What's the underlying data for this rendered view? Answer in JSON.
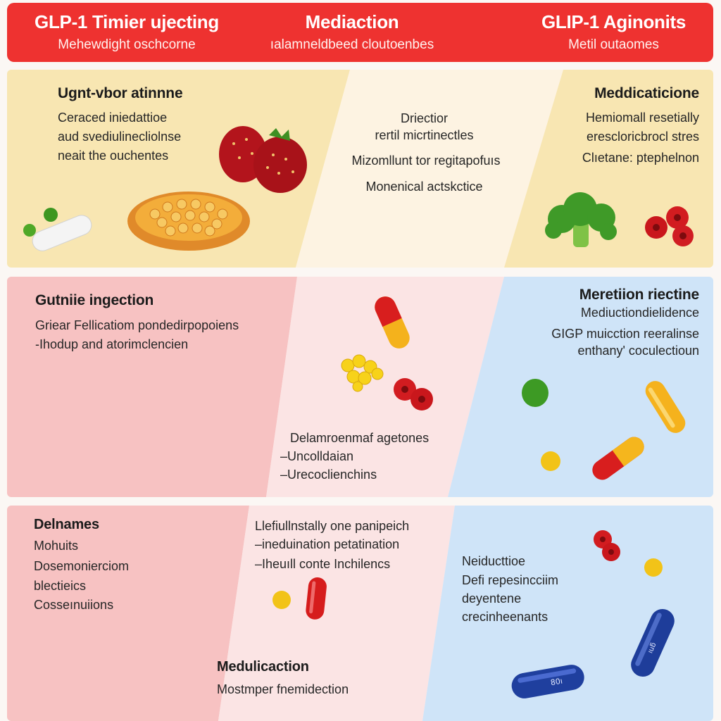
{
  "header": {
    "columns": [
      {
        "title": "GLP-1 Timier ujecting",
        "subtitle": "Mehewdight oschcorne"
      },
      {
        "title": "Mediaction",
        "subtitle": "ıalamneldbeed cloutoenbes"
      },
      {
        "title": "GLIP-1 Aginonits",
        "subtitle": "Metil outaomes"
      }
    ]
  },
  "row1": {
    "left": {
      "heading": "Ugnt-vbor atinnne",
      "lines": [
        "Ceraced iniedattioe",
        "aud svediulinecliolnse",
        "neait the ouchentes"
      ]
    },
    "middle": {
      "lines": [
        "Driectior",
        "rertil micrtinectles",
        "Mizomllunt tor regitapofuıs",
        "Monenical actskctice"
      ]
    },
    "right": {
      "heading": "Meddicaticione",
      "lines": [
        "Hemiomall resetially",
        "erescloricbrocl stres",
        "Clıetane: ptephelnon"
      ]
    }
  },
  "row2": {
    "left": {
      "heading": "Gutniie ingection",
      "lines": [
        "Griear Fellicatiom pondedirpopoiens",
        "-Ihodup and atorimclencien"
      ]
    },
    "middle": {
      "heading": "Delamroenmaf agetones",
      "lines": [
        "–Uncolldaian",
        "–Urecoclienchins"
      ]
    },
    "right": {
      "heading": "Meretiion riectine",
      "lines": [
        "Mediuctiondielidence",
        "GIGP muicction reeralinse",
        "enthany' coculectioun"
      ]
    }
  },
  "row3": {
    "left": {
      "heading": "Delnames",
      "lines": [
        "Mohuits",
        "Dosemonierciom",
        "blectieics",
        "Cosseınuiions"
      ]
    },
    "middle_top": {
      "lines": [
        "Llefiullnstally one panipeich",
        "–ineduination petatination",
        "–Iheuıll conte Inchilencs"
      ]
    },
    "middle_bottom": {
      "heading": "Medulicaction",
      "lines": [
        "Mostmper fnemidection"
      ]
    },
    "right": {
      "lines": [
        "Neiducttioe",
        "Defi repesincciim",
        "deyentene",
        "crecinheenants"
      ]
    },
    "pill_labels": [
      "ıuƃ",
      "80ı"
    ]
  },
  "colors": {
    "header_red": "#ee3230",
    "panel_yellow": "#f8e6b2",
    "panel_pink": "#f7c2c2",
    "panel_blue": "#cfe4f8",
    "panel_light": "#fdf5ef"
  },
  "icons": [
    "pill-icon",
    "strawberry-icon",
    "pizza-icon",
    "broccoli-icon",
    "capsule-icon",
    "tomato-icon",
    "corn-icon",
    "pea-icon"
  ]
}
